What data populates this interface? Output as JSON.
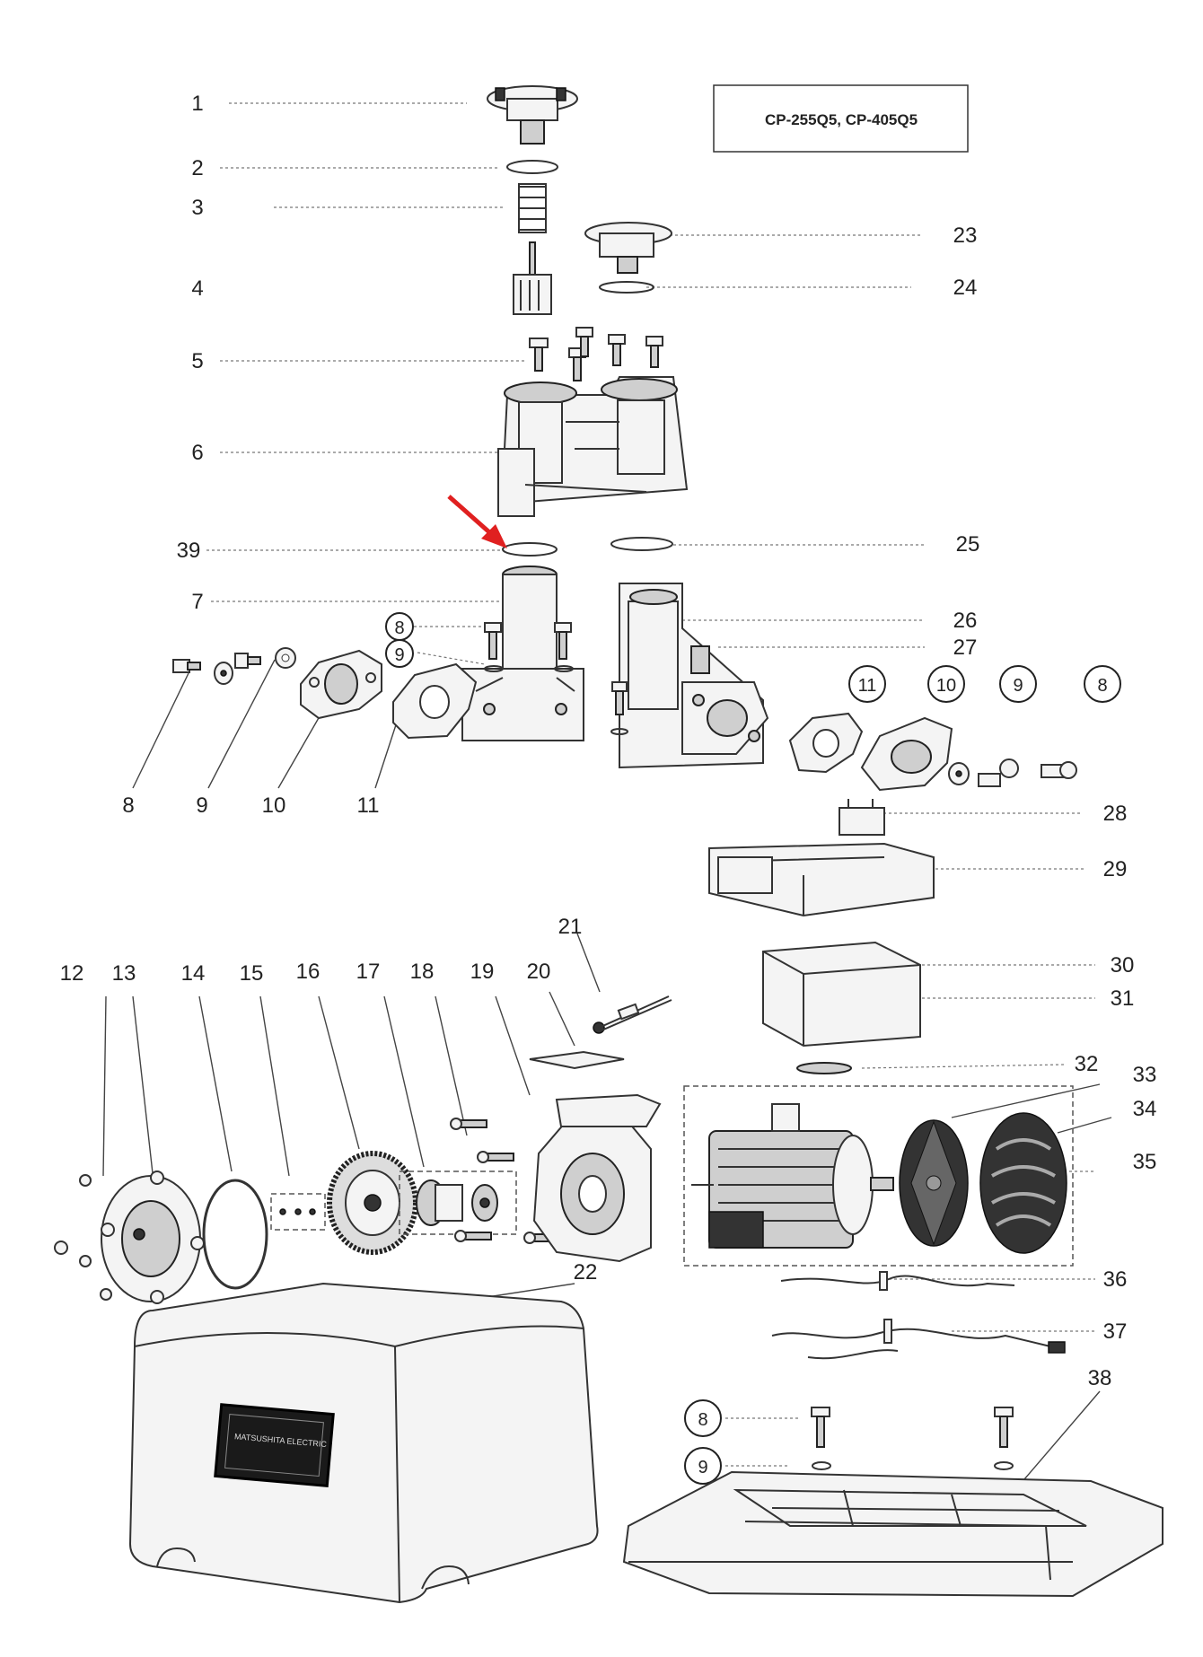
{
  "model_label": "CP-255Q5, CP-405Q5",
  "callouts": {
    "n1": "1",
    "n2": "2",
    "n3": "3",
    "n4": "4",
    "n5": "5",
    "n6": "6",
    "n7": "7",
    "n8": "8",
    "n9": "9",
    "n10": "10",
    "n11": "11",
    "n12": "12",
    "n13": "13",
    "n14": "14",
    "n15": "15",
    "n16": "16",
    "n17": "17",
    "n18": "18",
    "n19": "19",
    "n20": "20",
    "n21": "21",
    "n22": "22",
    "n23": "23",
    "n24": "24",
    "n25": "25",
    "n26": "26",
    "n27": "27",
    "n28": "28",
    "n29": "29",
    "n30": "30",
    "n31": "31",
    "n32": "32",
    "n33": "33",
    "n34": "34",
    "n35": "35",
    "n36": "36",
    "n37": "37",
    "n38": "38",
    "n39": "39"
  },
  "circled": {
    "c8": "8",
    "c9": "9",
    "c10": "10",
    "c11": "11"
  },
  "nameplate": {
    "brand": "MATSUSHITA ELECTRIC"
  },
  "highlight_color": "#e02020"
}
